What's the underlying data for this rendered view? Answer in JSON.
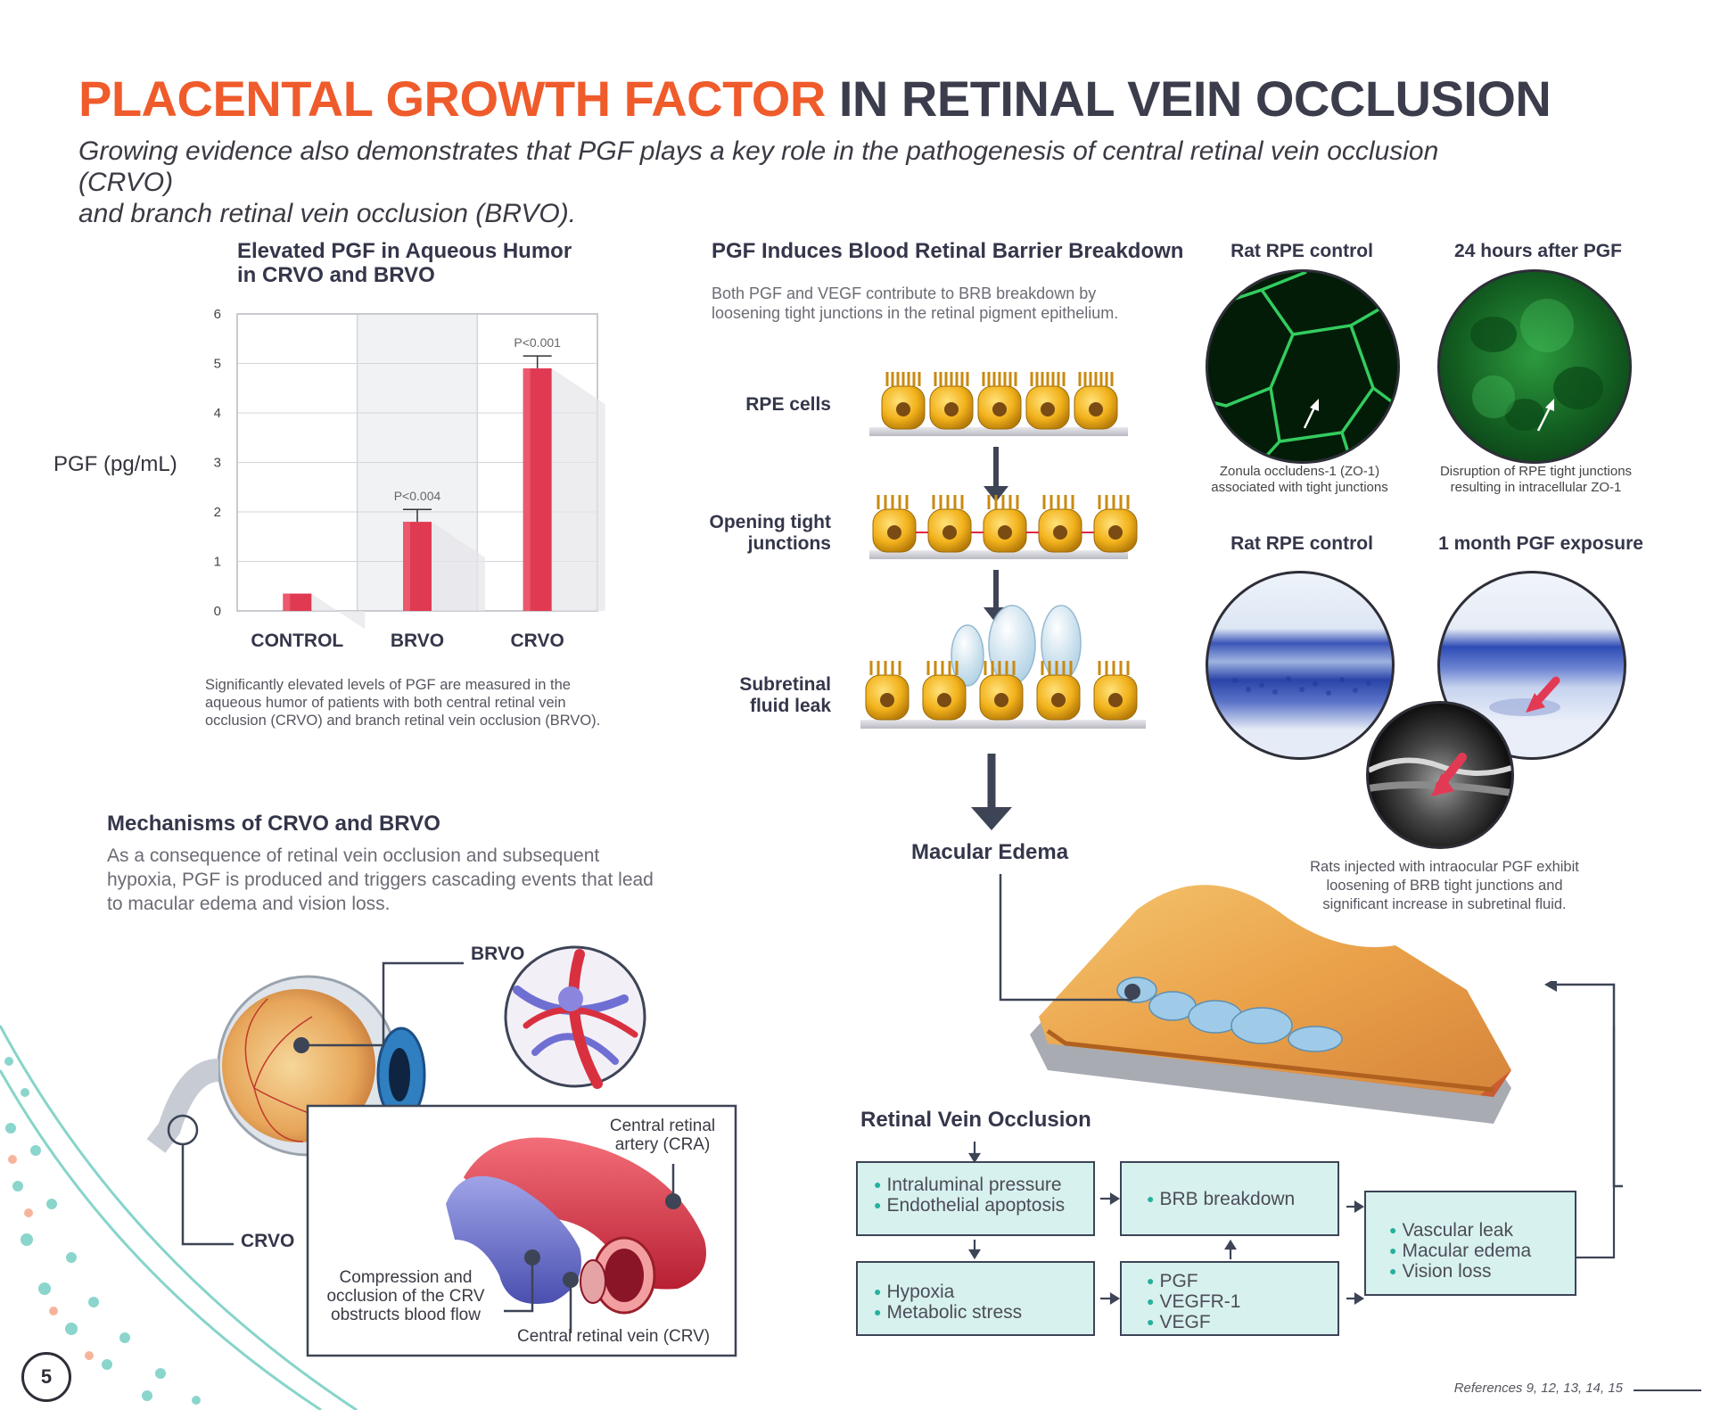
{
  "header": {
    "title_accent": "PLACENTAL GROWTH FACTOR",
    "title_rest": "IN RETINAL VEIN OCCLUSION",
    "intro_line1": "Growing evidence also demonstrates that PGF plays a key role in the pathogenesis of central retinal vein occlusion (CRVO)",
    "intro_line2": "and branch retinal vein occlusion (BRVO)."
  },
  "chart_section": {
    "heading_line1": "Elevated PGF in Aqueous Humor",
    "heading_line2": "in CRVO and BRVO",
    "caption_line1": "Significantly elevated levels of PGF are measured in the",
    "caption_line2": "aqueous humor of patients with both central retinal vein",
    "caption_line3": "occlusion (CRVO) and branch retinal vein occlusion (BRVO)."
  },
  "chart_data": {
    "type": "bar",
    "categories": [
      "CONTROL",
      "BRVO",
      "CRVO"
    ],
    "values": [
      0.35,
      1.8,
      4.9
    ],
    "error_high": [
      0.35,
      2.05,
      5.15
    ],
    "annotations": [
      "",
      "P<0.004",
      "P<0.001"
    ],
    "ylabel": "PGF (pg/mL)",
    "yticks": [
      "0",
      "1",
      "2",
      "3",
      "4",
      "5",
      "6"
    ],
    "ylim": [
      0,
      6
    ],
    "grid": true,
    "bar_color": "#e03a52"
  },
  "brb_section": {
    "heading": "PGF Induces Blood Retinal Barrier Breakdown",
    "body_line1": "Both PGF and VEGF contribute to BRB breakdown by",
    "body_line2": "loosening tight junctions in the retinal pigment epithelium.",
    "label_rpe": "RPE cells",
    "label_opening_1": "Opening tight",
    "label_opening_2": "junctions",
    "label_fluid_1": "Subretinal",
    "label_fluid_2": "fluid leak",
    "macular_edema": "Macular Edema"
  },
  "micrographs": {
    "top_left_title": "Rat RPE control",
    "top_right_title": "24 hours after PGF",
    "top_left_caption_1": "Zonula occludens-1 (ZO-1)",
    "top_left_caption_2": "associated with tight junctions",
    "top_right_caption_1": "Disruption of RPE tight junctions",
    "top_right_caption_2": "resulting in intracellular ZO-1",
    "bottom_left_title": "Rat RPE control",
    "bottom_right_title": "1 month PGF exposure",
    "caption_line1": "Rats injected with intraocular PGF exhibit",
    "caption_line2": "loosening of BRB tight junctions and",
    "caption_line3": "significant increase in subretinal fluid."
  },
  "mechanisms": {
    "heading": "Mechanisms of CRVO and BRVO",
    "body_line1": "As a consequence of retinal vein occlusion and subsequent",
    "body_line2": "hypoxia, PGF is produced and triggers cascading events that lead",
    "body_line3": "to macular edema and vision loss.",
    "label_brvo": "BRVO",
    "label_crvo": "CRVO",
    "label_cra_1": "Central retinal",
    "label_cra_2": "artery (CRA)",
    "label_comp_1": "Compression and",
    "label_comp_2": "occlusion of the CRV",
    "label_comp_3": "obstructs blood flow",
    "label_crv": "Central retinal vein (CRV)"
  },
  "flow": {
    "heading": "Retinal Vein Occlusion",
    "box1": [
      "Intraluminal pressure",
      "Endothelial apoptosis"
    ],
    "box2": [
      "BRB breakdown"
    ],
    "box3": [
      "Hypoxia",
      "Metabolic stress"
    ],
    "box4": [
      "PGF",
      "VEGFR-1",
      "VEGF"
    ],
    "box5": [
      "Vascular leak",
      "Macular edema",
      "Vision loss"
    ]
  },
  "footer": {
    "page_number": "5",
    "references": "References 9, 12, 13, 14, 15"
  },
  "colors": {
    "accent_orange": "#ef5b2b",
    "navy": "#3b3d4c",
    "teal": "#26b09e",
    "box_fill": "#d7f1ee",
    "bar_red": "#e03a52"
  }
}
